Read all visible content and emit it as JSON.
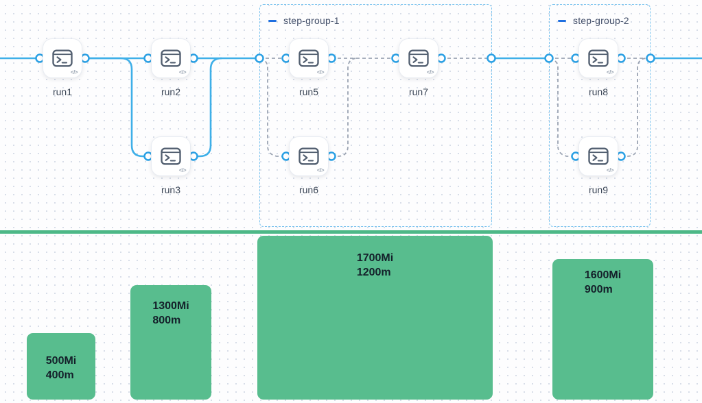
{
  "colors": {
    "edge_blue": "#3eafe8",
    "port_stroke": "#2aa0e4",
    "group_border_blue": "#7cc4ef",
    "group_dash_blue": "#1f6fe0",
    "edge_dashed_gray": "#9aa3b2",
    "bar_green": "#58bd8e",
    "divider_green": "#4db887",
    "node_icon_gray": "#525f70",
    "bar_text": "#14202a"
  },
  "groups": [
    {
      "label": "step-group-1"
    },
    {
      "label": "step-group-2"
    }
  ],
  "nodes": [
    {
      "label": "run1"
    },
    {
      "label": "run2"
    },
    {
      "label": "run3"
    },
    {
      "label": "run5"
    },
    {
      "label": "run6"
    },
    {
      "label": "run7"
    },
    {
      "label": "run8"
    },
    {
      "label": "run9"
    }
  ],
  "node_badge": "</>",
  "bars": [
    {
      "memory": "500Mi",
      "cpu": "400m"
    },
    {
      "memory": "1300Mi",
      "cpu": "800m"
    },
    {
      "memory": "1700Mi",
      "cpu": "1200m"
    },
    {
      "memory": "1600Mi",
      "cpu": "900m"
    }
  ]
}
